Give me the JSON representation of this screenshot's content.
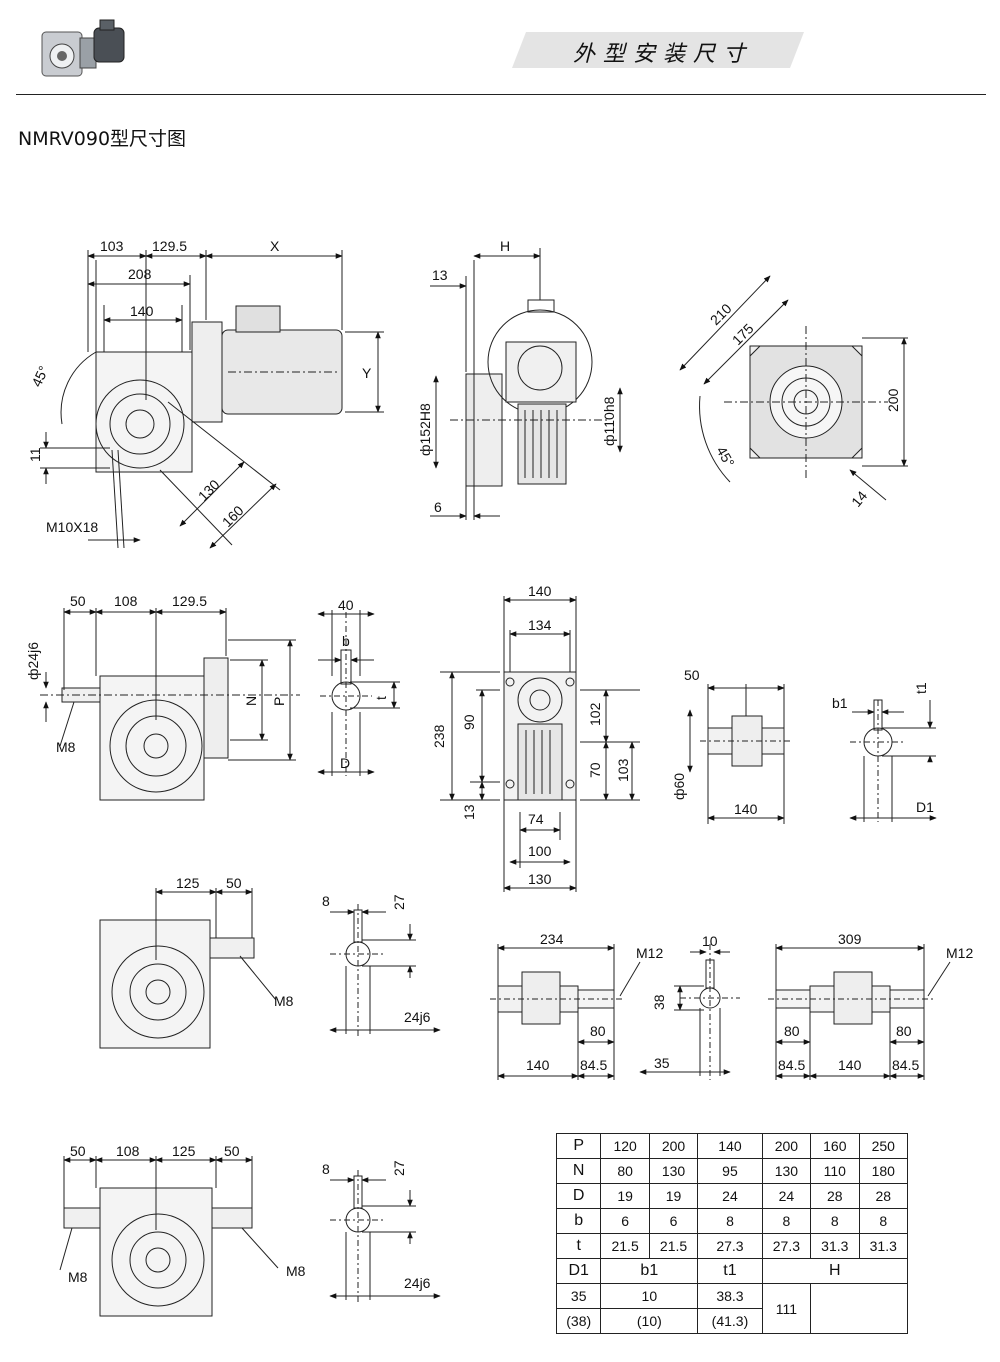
{
  "header": {
    "title": "外型安装尺寸"
  },
  "page_title": "NMRV090型尺寸图",
  "view1": {
    "dims": [
      "103",
      "129.5",
      "X",
      "208",
      "140",
      "45°",
      "Y",
      "11",
      "M10X18",
      "130",
      "160"
    ]
  },
  "view2": {
    "dims": [
      "H",
      "13",
      "ф152H8",
      "ф110h8",
      "6"
    ]
  },
  "view3": {
    "dims": [
      "210",
      "175",
      "200",
      "45°",
      "14"
    ]
  },
  "view4": {
    "dims": [
      "50",
      "108",
      "129.5",
      "ф24j6",
      "M8",
      "N",
      "P"
    ]
  },
  "view5": {
    "dims": [
      "40",
      "b",
      "t",
      "D"
    ]
  },
  "view6": {
    "dims": [
      "140",
      "134",
      "238",
      "90",
      "102",
      "70",
      "103",
      "13",
      "74",
      "100",
      "130"
    ]
  },
  "view7": {
    "dims": [
      "50",
      "ф60",
      "140"
    ]
  },
  "view8": {
    "dims": [
      "b1",
      "t1",
      "D1"
    ]
  },
  "view9": {
    "dims": [
      "125",
      "50",
      "M8"
    ]
  },
  "view10": {
    "dims": [
      "8",
      "27",
      "24j6"
    ]
  },
  "view11": {
    "dims": [
      "234",
      "M12",
      "80",
      "140",
      "84.5"
    ]
  },
  "view12": {
    "dims": [
      "10",
      "38",
      "35"
    ]
  },
  "view13": {
    "dims": [
      "309",
      "M12",
      "80",
      "80",
      "84.5",
      "140",
      "84.5"
    ]
  },
  "view14": {
    "dims": [
      "50",
      "108",
      "125",
      "50",
      "M8",
      "M8"
    ]
  },
  "view15": {
    "dims": [
      "8",
      "27",
      "24j6"
    ]
  },
  "table": {
    "rows1": [
      {
        "label": "P",
        "values": [
          "120",
          "200",
          "140",
          "200",
          "160",
          "250"
        ]
      },
      {
        "label": "N",
        "values": [
          "80",
          "130",
          "95",
          "130",
          "110",
          "180"
        ]
      },
      {
        "label": "D",
        "values": [
          "19",
          "19",
          "24",
          "24",
          "28",
          "28"
        ]
      },
      {
        "label": "b",
        "values": [
          "6",
          "6",
          "8",
          "8",
          "8",
          "8"
        ]
      },
      {
        "label": "t",
        "values": [
          "21.5",
          "21.5",
          "27.3",
          "27.3",
          "31.3",
          "31.3"
        ]
      }
    ],
    "headers2": [
      "D1",
      "b1",
      "t1",
      "H"
    ],
    "rows2": [
      [
        "35",
        "10",
        "38.3"
      ],
      [
        "(38)",
        "(10)",
        "(41.3)"
      ]
    ],
    "h_value": "111"
  }
}
